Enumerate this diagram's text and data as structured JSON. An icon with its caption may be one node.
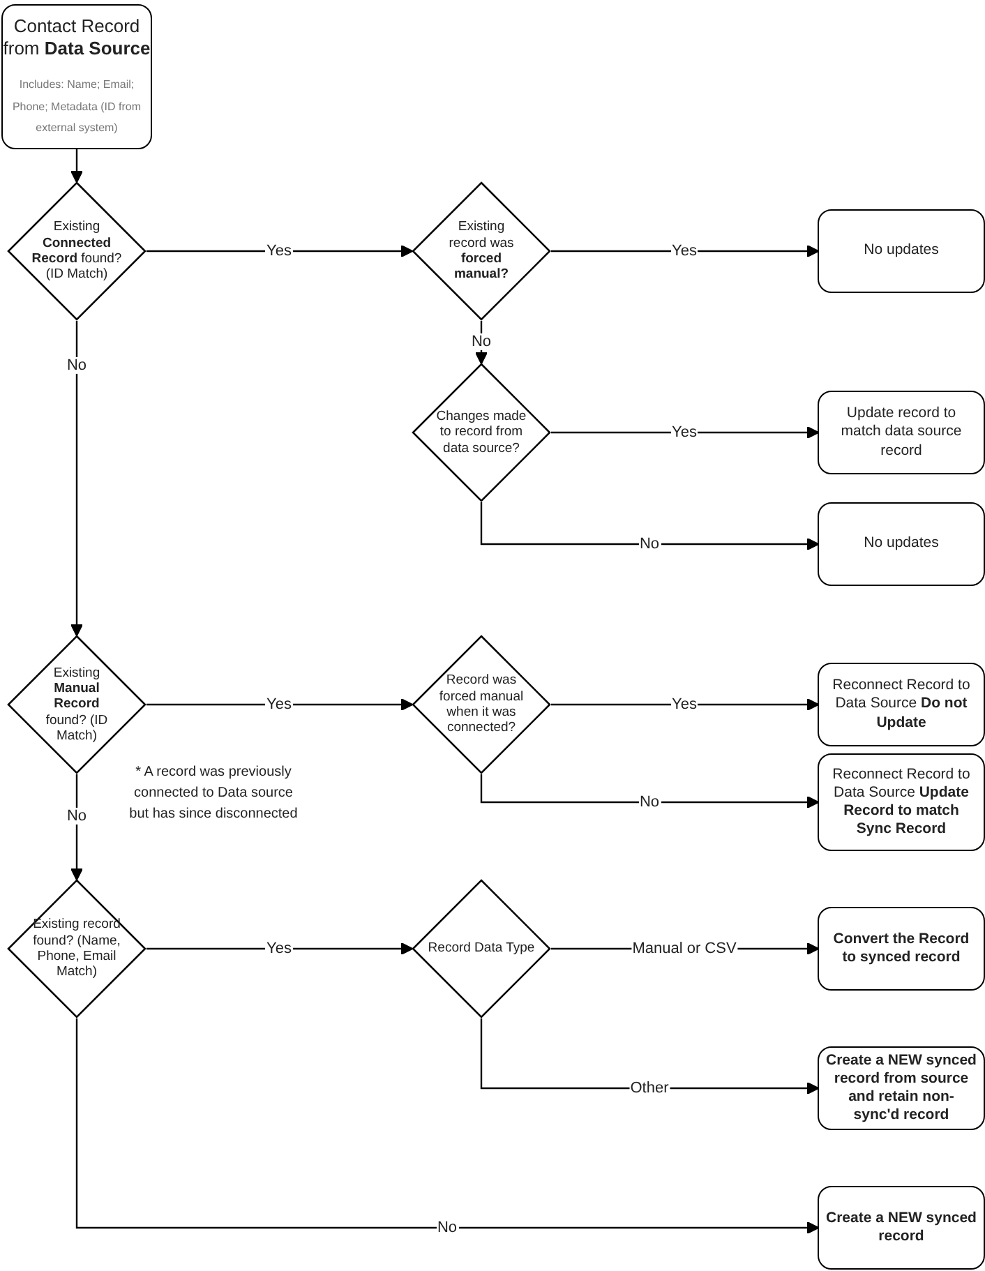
{
  "diagram": {
    "nodes": [
      {
        "text": [
          "Contact Record from **Data Source**",
          "Includes: Name; Email; Phone; Metadata (ID from external system)"
        ]
      },
      {
        "text": [
          "Existing **Connected Record** found? (ID Match)"
        ]
      },
      {
        "text": [
          "Existing record was **forced manual?**"
        ]
      },
      {
        "text": [
          "No updates"
        ]
      },
      {
        "text": [
          "Changes made to record from data source?"
        ]
      },
      {
        "text": [
          "Update record to match data source record"
        ]
      },
      {
        "text": [
          "No updates"
        ]
      },
      {
        "text": [
          "Existing **Manual Record** found? (ID Match)"
        ]
      },
      {
        "text": [
          "Record was forced manual when it was connected?"
        ]
      },
      {
        "text": [
          "Reconnect Record to Data Source **Do not Update**"
        ]
      },
      {
        "text": [
          "Reconnect Record to Data Source **Update Record to match Sync Record**"
        ]
      },
      {
        "text": [
          "Existing record found? (Name, Phone, Email Match)"
        ]
      },
      {
        "text": [
          "Record Data Type"
        ]
      },
      {
        "text": [
          "Convert the Record to synced record"
        ]
      },
      {
        "text": [
          "Create a NEW synced record from source and retain non-sync'd record"
        ]
      },
      {
        "text": [
          "Create a NEW synced record"
        ]
      }
    ],
    "edges": [
      {
        "from": 0,
        "to": 1,
        "arrow": "to"
      },
      {
        "from": 1,
        "to": 2,
        "arrow": "to",
        "label": "Yes"
      },
      {
        "from": 2,
        "to": 3,
        "arrow": "to",
        "label": "Yes"
      },
      {
        "from": 2,
        "to": 4,
        "arrow": "to",
        "label": "No"
      },
      {
        "from": 4,
        "to": 5,
        "arrow": "to",
        "label": "Yes"
      },
      {
        "from": 4,
        "to": 6,
        "arrow": "to",
        "label": "No"
      },
      {
        "from": 1,
        "to": 7,
        "arrow": "to",
        "label": "No"
      },
      {
        "from": 7,
        "to": 8,
        "arrow": "to",
        "label": "Yes"
      },
      {
        "from": 8,
        "to": 9,
        "arrow": "to",
        "label": "Yes"
      },
      {
        "from": 8,
        "to": 10,
        "arrow": "to",
        "label": "No"
      },
      {
        "from": 7,
        "to": 11,
        "arrow": "to",
        "label": "No"
      },
      {
        "from": 11,
        "to": 12,
        "arrow": "to",
        "label": "Yes"
      },
      {
        "from": 12,
        "to": 13,
        "arrow": "to",
        "label": "Manual or CSV"
      },
      {
        "from": 12,
        "to": 14,
        "arrow": "to",
        "label": "Other"
      },
      {
        "from": 11,
        "to": 15,
        "arrow": "to",
        "label": "No"
      }
    ],
    "labels": [
      "* A record was previously connected to Data source but has since disconnected"
    ]
  }
}
